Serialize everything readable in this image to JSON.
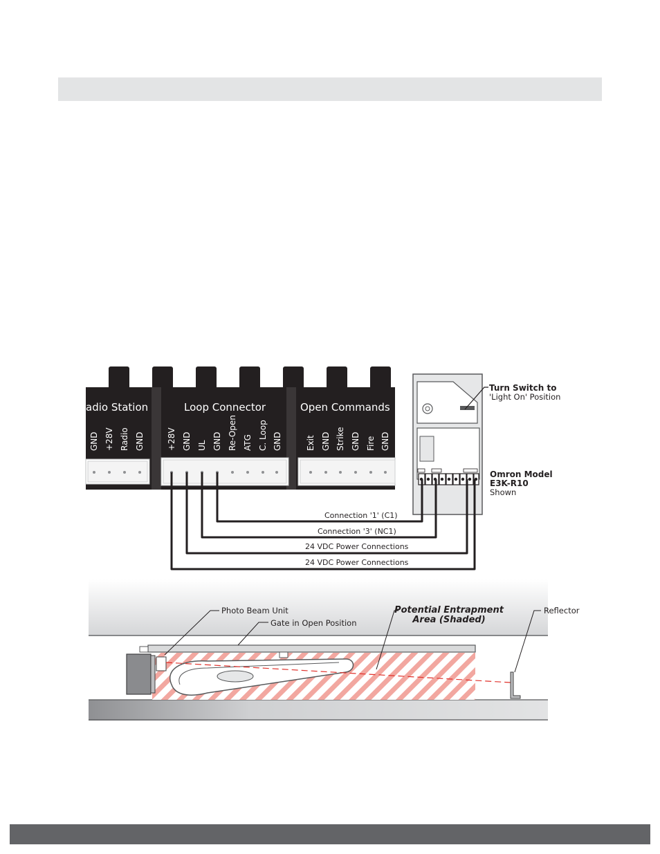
{
  "board": {
    "groups": [
      {
        "key": "radio",
        "title": "adio Station",
        "terminals": [
          "GND",
          "+28V",
          "Radio",
          "GND"
        ]
      },
      {
        "key": "loop",
        "title": "Loop Connector",
        "terminals": [
          "+28V",
          "GND",
          "UL",
          "GND",
          "Re-Open",
          "ATG",
          "C. Loop",
          "GND"
        ]
      },
      {
        "key": "open",
        "title": "Open Commands",
        "terminals": [
          "Exit",
          "GND",
          "Strike",
          "GND",
          "Fire",
          "GND"
        ]
      }
    ]
  },
  "sensor": {
    "callout_line1": "Turn Switch to",
    "callout_line2": "'Light On' Position",
    "model_line1": "Omron Model",
    "model_line2": "E3K-R10",
    "model_line3": "Shown"
  },
  "connections": [
    "Connection '1' (C1)",
    "Connection '3' (NC1)",
    "24 VDC Power Connections",
    "24 VDC Power Connections"
  ],
  "gate": {
    "photo_beam_label": "Photo Beam Unit",
    "gate_label": "Gate in Open Position",
    "entrapment_line1": "Potential Entrapment",
    "entrapment_line2": "Area (Shaded)",
    "reflector_label": "Reflector"
  },
  "colors": {
    "board": "#231f20",
    "header_bar": "#e3e4e5",
    "footer_bar": "#636467",
    "hatch": "#f2a7a0",
    "beam": "#e0302a"
  }
}
